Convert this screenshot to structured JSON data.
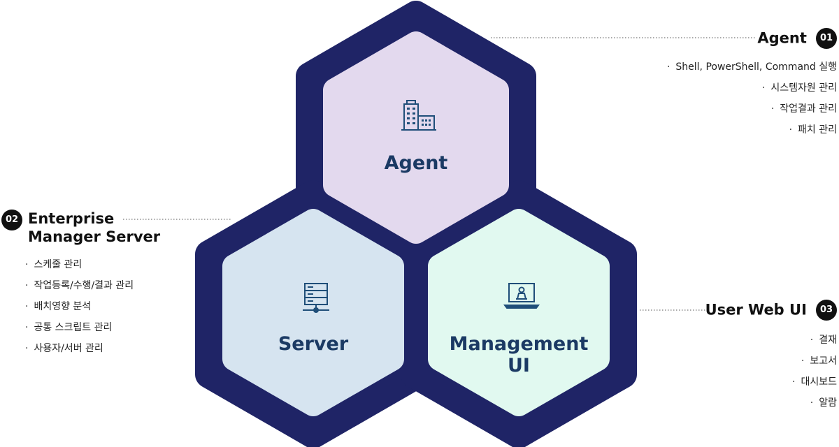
{
  "hexagons": {
    "agent": {
      "label": "Agent",
      "icon": "building-icon"
    },
    "server": {
      "label": "Server",
      "icon": "server-icon"
    },
    "management": {
      "label_line1": "Management",
      "label_line2": "UI",
      "icon": "laptop-user-icon"
    }
  },
  "sections": {
    "agent": {
      "number": "01",
      "title": "Agent",
      "items": [
        "Shell, PowerShell, Command 실행",
        "시스템자원 관리",
        "작업결과 관리",
        "패치 관리"
      ]
    },
    "ems": {
      "number": "02",
      "title_line1": "Enterprise",
      "title_line2": "Manager Server",
      "items": [
        "스케줄 관리",
        "작업등록/수행/결과 관리",
        "배치영향 분석",
        "공통 스크립트 관리",
        "사용자/서버 관리"
      ]
    },
    "web": {
      "number": "03",
      "title": "User Web UI",
      "items": [
        "결재",
        "보고서",
        "대시보드",
        "알람"
      ]
    }
  },
  "bullet": "·",
  "colors": {
    "outer": "#1f2466",
    "agent_fill": "#e3d9ee",
    "server_fill": "#d6e4f0",
    "management_fill": "#e1f9f0",
    "title_text": "#1b3a64",
    "icon": "#1f4e79"
  }
}
